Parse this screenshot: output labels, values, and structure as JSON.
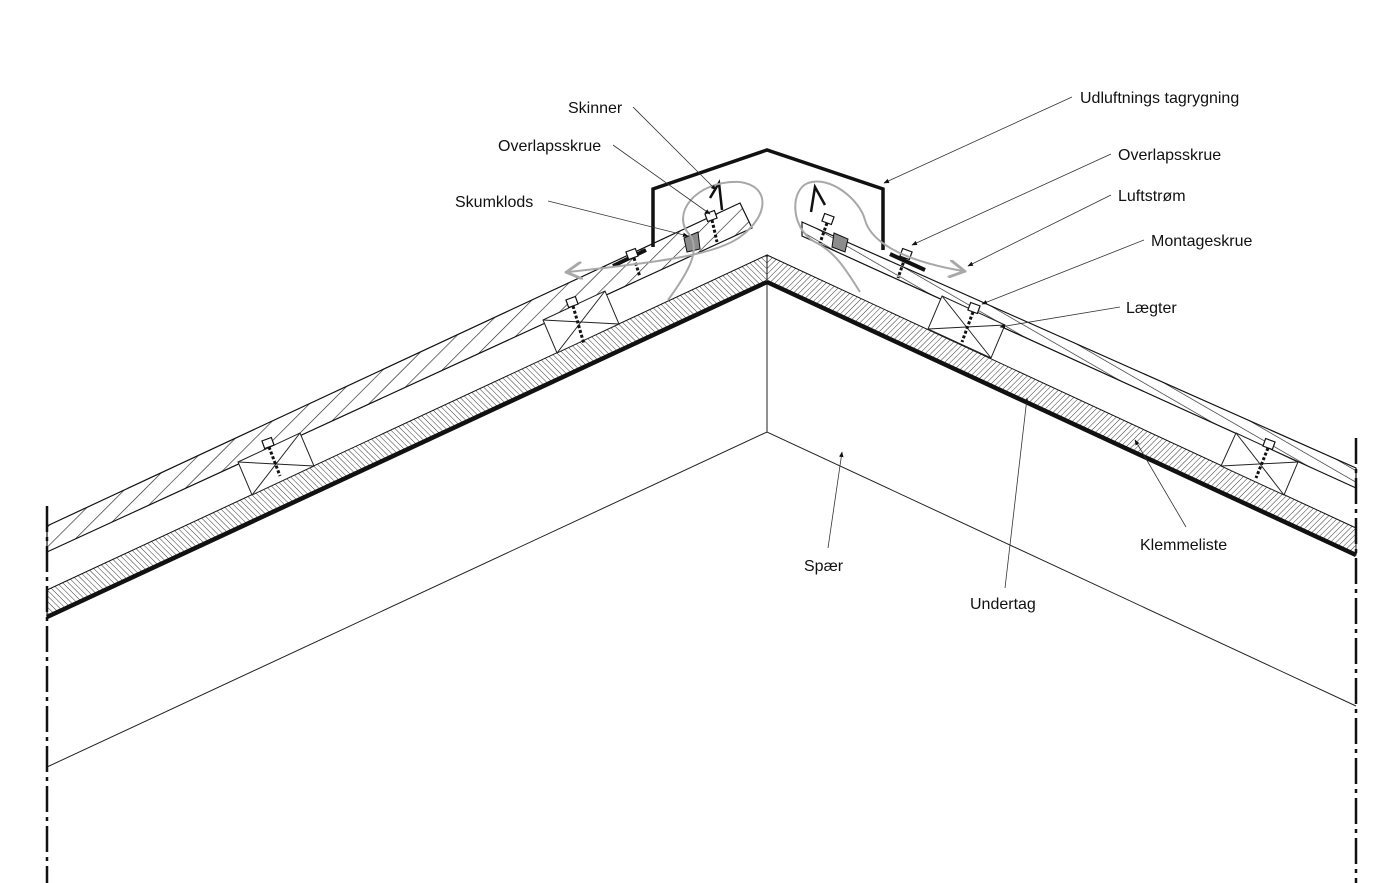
{
  "labels": {
    "skinner": "Skinner",
    "overlapsskrue_left": "Overlapsskrue",
    "skumklods": "Skumklods",
    "udluftnings_tagrygning": "Udluftnings tagrygning",
    "overlapsskrue_right": "Overlapsskrue",
    "luftstroem": "Luftstrøm",
    "montageskrue": "Montageskrue",
    "laegter": "Lægter",
    "klemmeliste": "Klemmeliste",
    "spaer": "Spær",
    "undertag": "Undertag"
  },
  "colors": {
    "line": "#111111",
    "airflow": "#a8a8a8",
    "foam": "#8c8c8c",
    "background": "#ffffff"
  }
}
